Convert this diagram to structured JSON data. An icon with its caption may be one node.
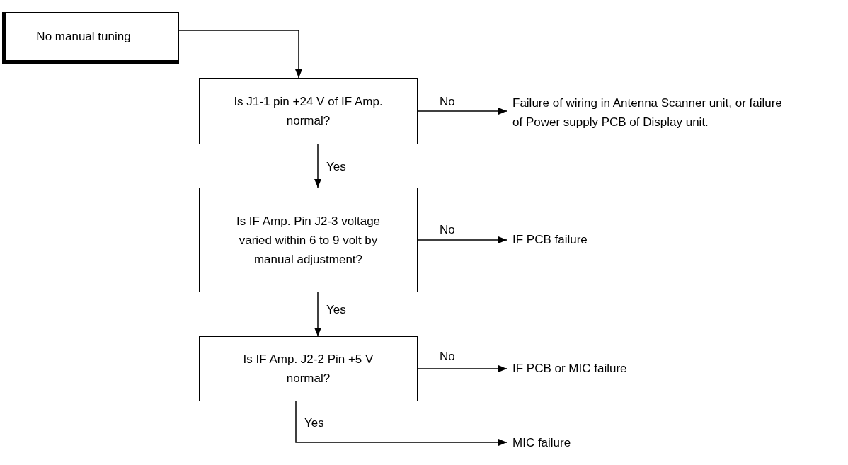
{
  "diagram": {
    "nodes": [
      {
        "text": [
          "No manual tuning"
        ]
      },
      {
        "text": [
          "Is J1-1 pin +24 V of IF Amp. normal?"
        ]
      },
      {
        "text": [
          "Failure of wiring in Antenna Scanner unit, or failure of Power supply PCB of Display unit."
        ]
      },
      {
        "text": [
          "Is IF Amp. Pin J2-3 voltage varied within 6 to 9 volt by manual adjustment?"
        ]
      },
      {
        "text": [
          "IF PCB failure"
        ]
      },
      {
        "text": [
          "Is IF Amp. J2-2 Pin +5 V normal?"
        ]
      },
      {
        "text": [
          "IF PCB or MIC failure"
        ]
      },
      {
        "text": [
          "MIC failure"
        ]
      }
    ],
    "edges": [
      {
        "from": 0,
        "to": 1,
        "arrow": "to"
      },
      {
        "from": 1,
        "to": 2,
        "arrow": "to",
        "label": "No"
      },
      {
        "from": 1,
        "to": 3,
        "arrow": "to",
        "label": "Yes"
      },
      {
        "from": 3,
        "to": 4,
        "arrow": "to",
        "label": "No"
      },
      {
        "from": 3,
        "to": 5,
        "arrow": "to",
        "label": "Yes"
      },
      {
        "from": 5,
        "to": 6,
        "arrow": "to",
        "label": "No"
      },
      {
        "from": 5,
        "to": 7,
        "arrow": "to",
        "label": "Yes"
      }
    ]
  }
}
